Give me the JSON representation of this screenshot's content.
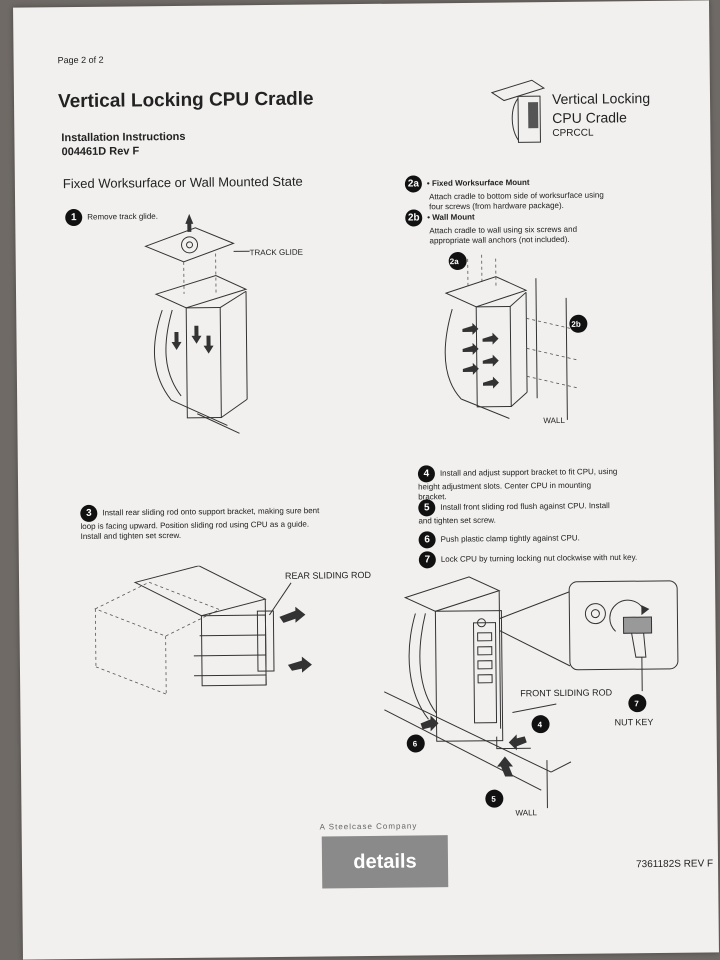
{
  "header": {
    "page_number": "Page 2 of 2",
    "title": "Vertical Locking CPU Cradle",
    "instructions_label": "Installation Instructions",
    "doc_revision": "004461D  Rev F",
    "section_title": "Fixed Worksurface or Wall Mounted State"
  },
  "product": {
    "name_line1": "Vertical Locking",
    "name_line2": "CPU Cradle",
    "code": "CPRCCL"
  },
  "steps": {
    "s1": {
      "badge": "1",
      "text": "Remove track glide."
    },
    "s2a": {
      "badge": "2a",
      "title": "• Fixed Worksurface Mount",
      "text": "Attach cradle to bottom side of worksurface using four screws (from hardware package)."
    },
    "s2b": {
      "badge": "2b",
      "title": "• Wall Mount",
      "text": "Attach cradle to wall using six screws and appropriate wall anchors (not included)."
    },
    "s3": {
      "badge": "3",
      "text": "Install rear sliding rod onto support bracket, making sure bent loop is facing upward. Position sliding rod using CPU as a guide. Install and tighten set screw."
    },
    "s4": {
      "badge": "4",
      "text": "Install and adjust support bracket to fit CPU, using height adjustment slots. Center CPU in mounting bracket."
    },
    "s5": {
      "badge": "5",
      "text": "Install front sliding rod flush against CPU. Install and tighten set screw."
    },
    "s6": {
      "badge": "6",
      "text": "Push plastic clamp tightly against CPU."
    },
    "s7": {
      "badge": "7",
      "text": "Lock CPU by turning locking nut clockwise with nut key."
    }
  },
  "labels": {
    "track_glide": "TRACK GLIDE",
    "wall_top": "WALL",
    "rear_sliding_rod": "REAR SLIDING ROD",
    "front_sliding_rod": "FRONT SLIDING ROD",
    "nut_key": "NUT KEY",
    "wall_bottom": "WALL",
    "callout_2a": "2a",
    "callout_2b": "2b",
    "callout_4": "4",
    "callout_5": "5",
    "callout_6": "6",
    "callout_7": "7"
  },
  "footer": {
    "company_line": "A Steelcase Company",
    "logo": "details",
    "doc_number": "7361182S REV F"
  }
}
